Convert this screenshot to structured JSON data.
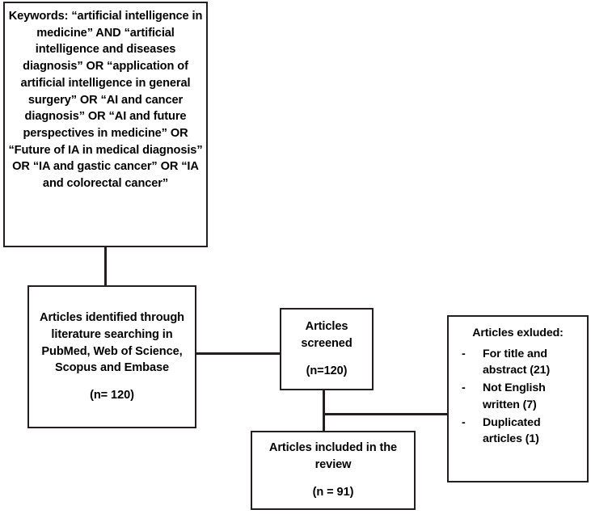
{
  "diagram": {
    "type": "flowchart",
    "title": "PRISMA-style literature selection flow diagram",
    "stroke_color": "#231f20",
    "background_color": "#ffffff",
    "nodes": {
      "keywords": {
        "label": "Keywords box",
        "text": "Keywords: “artificial intelligence in medicine” AND “artificial intelligence and diseases diagnosis” OR “application of artificial intelligence in general surgery” OR “AI and cancer diagnosis” OR “AI and future perspectives in medicine” OR “Future of IA in medical diagnosis” OR “IA and gastic cancer” OR “IA and colorectal cancer”"
      },
      "identified": {
        "label": "Articles identified box",
        "text": "Articles identified through literature searching in PubMed, Web of Science, Scopus and Embase",
        "count": "(n= 120)"
      },
      "screened": {
        "label": "Articles screened box",
        "text": "Articles screened",
        "count": "(n=120)"
      },
      "excluded": {
        "label": "Articles excluded box",
        "title": "Articles exluded:",
        "dash": "-",
        "items": [
          "For title and abstract (21)",
          "Not English written (7)",
          "Duplicated articles (1)"
        ]
      },
      "included": {
        "label": "Articles included box",
        "text": "Articles included in the review",
        "count": "(n = 91)"
      }
    },
    "connectors": [
      {
        "name": "keywords-to-identified",
        "orientation": "vertical"
      },
      {
        "name": "identified-to-screened",
        "orientation": "horizontal"
      },
      {
        "name": "screened-down",
        "orientation": "vertical"
      },
      {
        "name": "screened-to-excluded",
        "orientation": "horizontal"
      }
    ]
  }
}
